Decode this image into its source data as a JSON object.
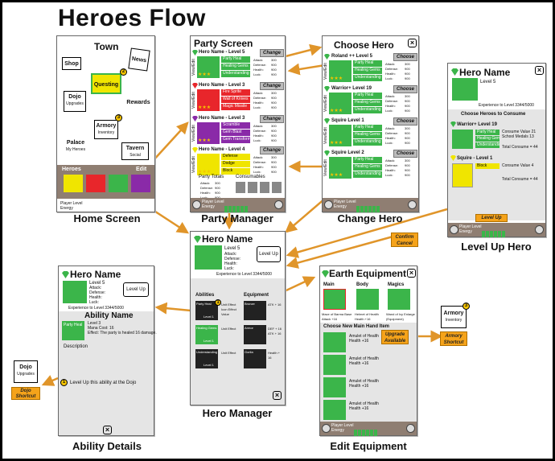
{
  "title": "Heroes Flow",
  "captions": {
    "home": "Home Screen",
    "party_manager": "Party Manager",
    "change_hero": "Change Hero",
    "level_up_hero": "Level Up Hero",
    "hero_manager": "Hero Manager",
    "ability_details": "Ability Details",
    "edit_equipment": "Edit Equipment"
  },
  "home": {
    "title": "Town",
    "shop": "Shop",
    "news": "News",
    "questing": "Questing",
    "dojo": "Dojo",
    "dojo_sub": "Upgrades",
    "rewards": "Rewards",
    "armory": "Armory",
    "armory_sub": "Inventory",
    "palace": "Palace",
    "palace_sub": "My Heroes",
    "tavern": "Tavern",
    "tavern_sub": "Social",
    "heroes": "Heroes",
    "edit": "Edit",
    "player_level": "Player Level",
    "energy": "Energy",
    "badge_questing": "2",
    "badge_armory": "3"
  },
  "party": {
    "title": "Party Screen",
    "change": "Change",
    "heroes": [
      {
        "name": "Hero Name - Level 5",
        "color": "#3bb54a",
        "abilities": [
          "Party Heal",
          "Healing Gems",
          "Understanding"
        ]
      },
      {
        "name": "Hero Name - Level 3",
        "color": "#e8262b",
        "abilities": [
          "Fire Sprite",
          "Wall of Knives",
          "Magic Missile"
        ]
      },
      {
        "name": "Hero Name - Level 3",
        "color": "#8a2aa8",
        "abilities": [
          "Scramble",
          "Gem Blast",
          "Gem Transform"
        ]
      },
      {
        "name": "Hero Name - Level 4",
        "color": "#f0e500",
        "abilities": [
          "Defense",
          "Dodge",
          "Block"
        ]
      }
    ],
    "stats": [
      "Attack:",
      "Defense:",
      "Health:",
      "Luck:"
    ],
    "stat_values": [
      "300",
      "900",
      "900",
      "900"
    ],
    "party_totals": "Party Totals",
    "consumables": "Consumables",
    "side_tab": "View/Edit"
  },
  "choose": {
    "title": "Choose Hero",
    "change": "Choose",
    "heroes": [
      {
        "name": "Roland ++ Level 5",
        "abilities": [
          "Party Heal",
          "Healing Gems",
          "Understanding"
        ]
      },
      {
        "name": "Warrior+ Level 19",
        "abilities": [
          "Party Heal",
          "Healing Gems",
          "Understanding"
        ]
      },
      {
        "name": "Squire  Level 1",
        "abilities": [
          "Party Heal",
          "Healing Gems",
          "Understanding"
        ]
      },
      {
        "name": "Squire  Level 2",
        "abilities": [
          "Party Heal",
          "Healing Gems",
          "Understanding"
        ]
      }
    ]
  },
  "levelup": {
    "name": "Hero Name",
    "level": "Level 5",
    "exp": "Experience to Level  3344/5000",
    "choose": "Choose Heroes to Consume",
    "c1": "Warrior+  Level 19",
    "c1_val": "Consume Value 21",
    "c1_medal": "School Medals 13",
    "c1_heal": "Healing Gems",
    "c1_party": "Party Heal",
    "c1_under": "Understanding",
    "total1": "Total Consume = 44",
    "c2": "Squire - Level 1",
    "c2_val": "Consume Value 4",
    "c2_block": "Block",
    "total2": "Total Consume = 44",
    "btn": "Level Up",
    "confirm": "Confirm",
    "cancel": "Cancel"
  },
  "heroman": {
    "name": "Hero Name",
    "level": "Level 5",
    "levelup": "Level Up",
    "exp": "Experience to Level  3344/5000",
    "abilities": "Abilities",
    "equipment": "Equipment",
    "ab": [
      "Party Heal",
      "Healing Gems",
      "Understanding"
    ],
    "ab_lv": "Level 1",
    "eff": [
      "Unit Effect Icon Effect Value",
      "Unit Effect",
      "Unit Effect"
    ],
    "eq": [
      "Bronze",
      "Armor",
      "Gorlia"
    ],
    "eq_val": [
      "ATK + 16",
      "DEF + 16 ATK + 16",
      "Health + 16"
    ]
  },
  "ability": {
    "name": "Hero Name",
    "level": "Level 5",
    "levelup": "Level Up",
    "exp": "Experience to Level  3344/5000",
    "ab_name": "Ability Name",
    "ab_title": "Party Heal",
    "ab_desc1": "Level 3",
    "ab_desc2": "Mana Cost: 16",
    "ab_desc3": "Effect: The party is healed 16 damage.",
    "description": "Description",
    "dojo_note": "Level Up this ability at the Dojo"
  },
  "dojo_link": {
    "dojo": "Dojo",
    "sub": "Upgrades",
    "shortcut": "Dojo Shortcut"
  },
  "equip": {
    "title": "Earth Equipment",
    "main": "Main",
    "body": "Body",
    "magics": "Magics",
    "main_item": "Mace of Barma Base Attack +16",
    "body_item": "Helmet of Health Health +16",
    "magic_item": "Wand of Ivy Enlarge (Equipment)",
    "choose": "Choose New Main Hand Item",
    "items": [
      "Amulet of Health",
      "Amulet of Health",
      "Amulet of Health",
      "Amulet of Health"
    ],
    "items_val": [
      "Health +16",
      "Health +16",
      "Health +16",
      "Health +16"
    ],
    "upgrade": "Upgrade Available",
    "armory": "Armory",
    "armory_sub": "Inventory",
    "shortcut": "Armory Shortcut"
  },
  "colors": {
    "green": "#3bb54a",
    "orange": "#f5a31a",
    "arrow": "#e0952a",
    "bar": "#8f7e72"
  }
}
